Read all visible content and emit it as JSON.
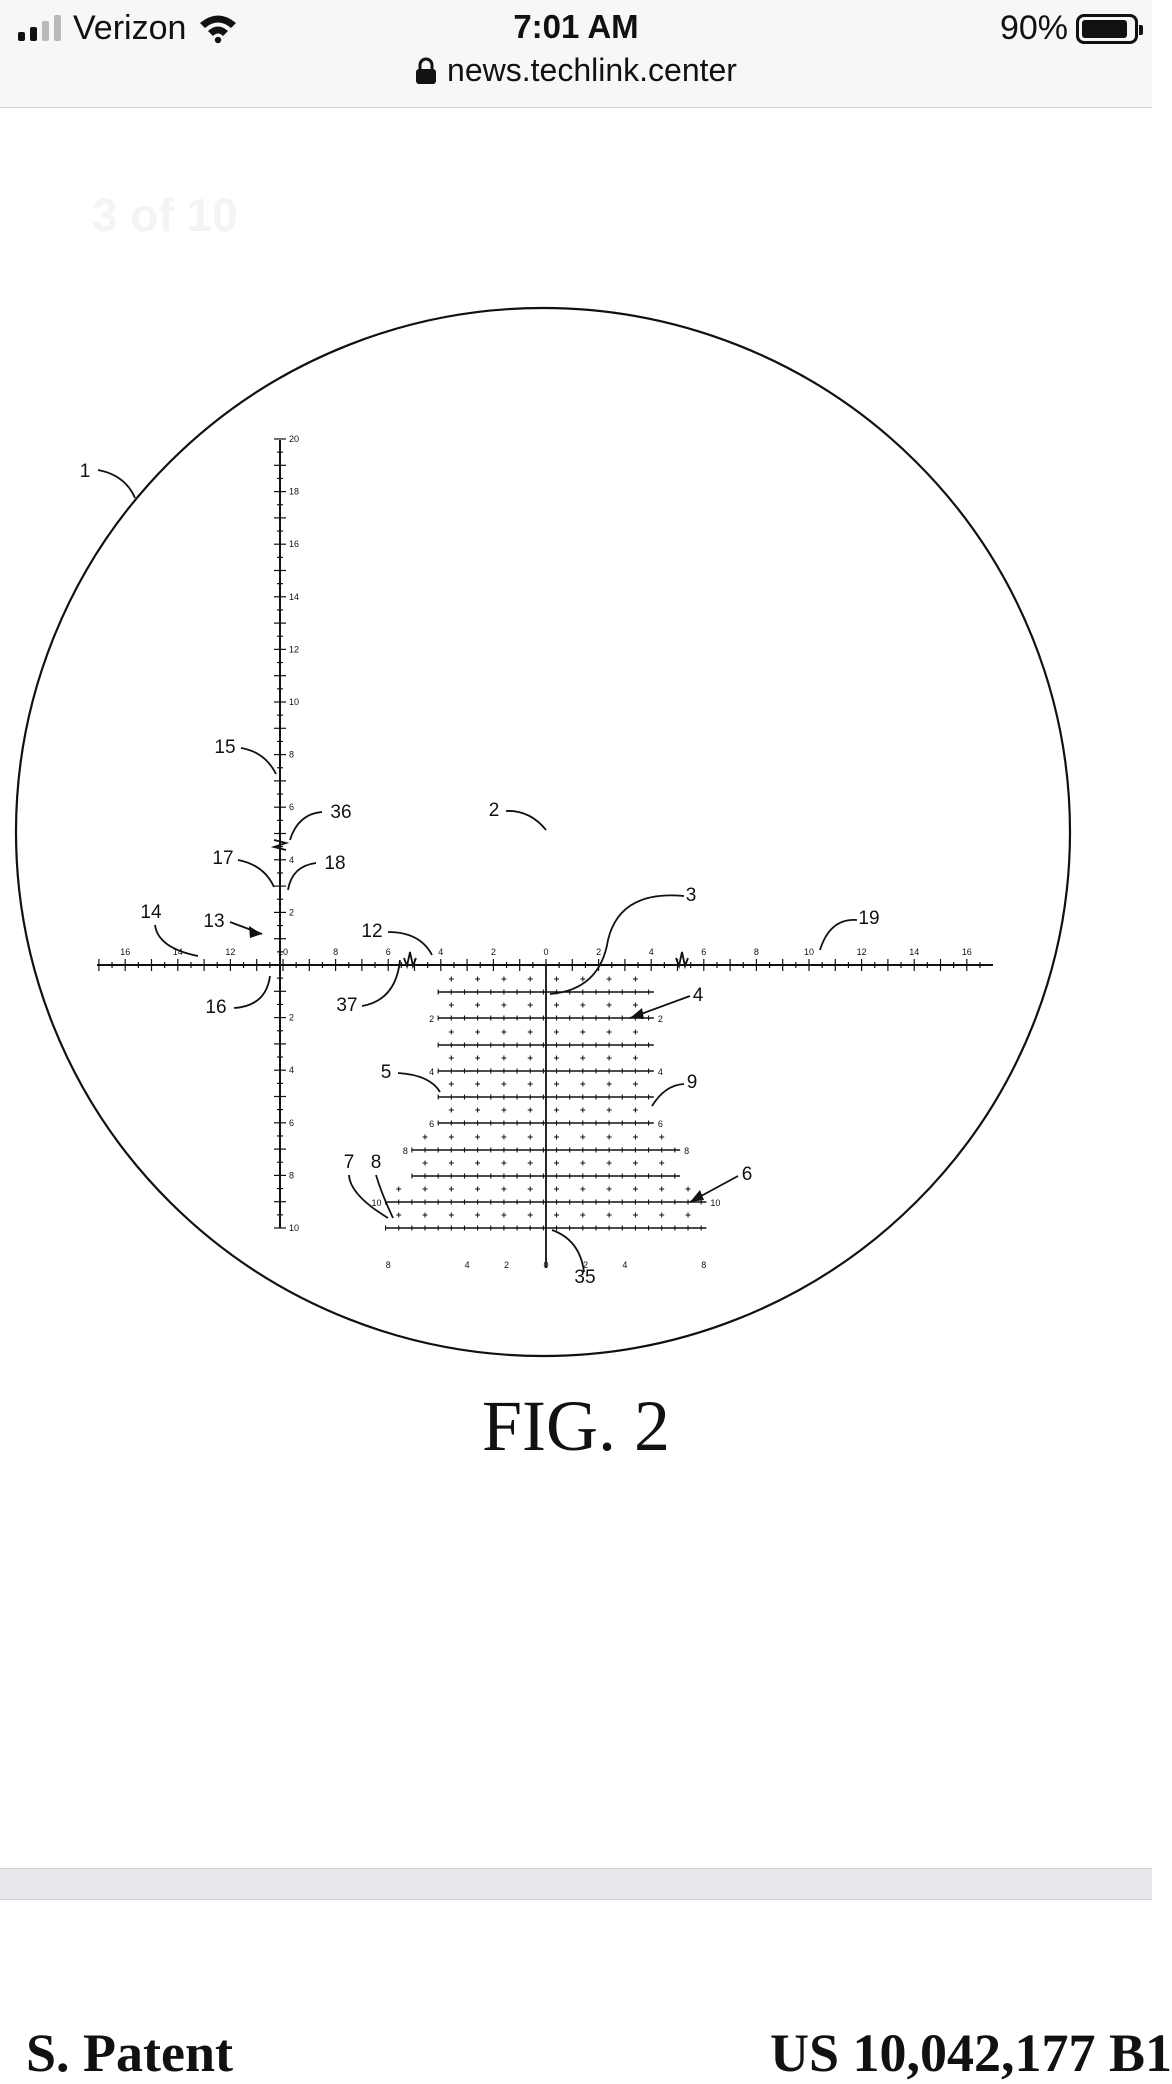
{
  "status_bar": {
    "carrier": "Verizon",
    "time": "7:01 AM",
    "battery_percent": "90%",
    "battery_level": 0.9,
    "url": "news.techlink.center"
  },
  "page": {
    "counter": "3 of 10",
    "figure_caption": "FIG. 2",
    "next_page_left": "S. Patent",
    "next_page_right": "US 10,042,177 B1"
  },
  "figure": {
    "reference_numerals": [
      "1",
      "2",
      "3",
      "4",
      "5",
      "6",
      "7",
      "8",
      "9",
      "12",
      "13",
      "14",
      "15",
      "16",
      "17",
      "18",
      "19",
      "35",
      "36",
      "37"
    ],
    "vertical_scale_labels": [
      "20",
      "18",
      "16",
      "14",
      "12",
      "10",
      "8",
      "6",
      "4",
      "2",
      "2",
      "4",
      "6",
      "8",
      "10"
    ],
    "horizontal_scale_labels": [
      "16",
      "14",
      "12",
      "10",
      "8",
      "6",
      "4",
      "2",
      "0",
      "2",
      "4",
      "6",
      "8",
      "10",
      "12",
      "14",
      "16"
    ]
  }
}
